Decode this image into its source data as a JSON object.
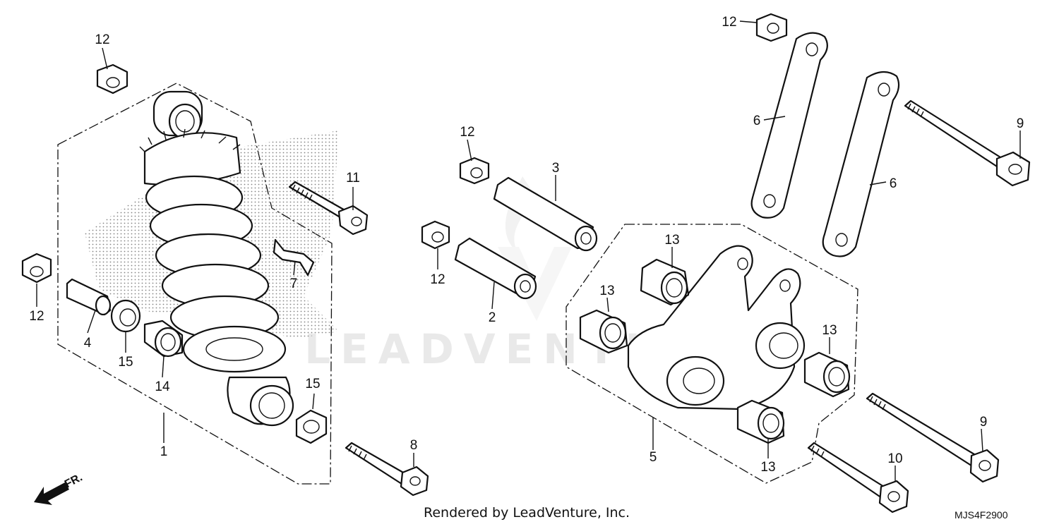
{
  "watermark": "LEADVENTURE",
  "footer": {
    "rendered_by": "Rendered by LeadVenture, Inc.",
    "diagram_code": "MJS4F2900"
  },
  "direction": {
    "label": "FR."
  },
  "callouts": {
    "c1": "1",
    "c2": "2",
    "c3": "3",
    "c4": "4",
    "c5": "5",
    "c6a": "6",
    "c6b": "6",
    "c7": "7",
    "c8": "8",
    "c9a": "9",
    "c9b": "9",
    "c10": "10",
    "c11": "11",
    "c12a": "12",
    "c12b": "12",
    "c12c": "12",
    "c12d": "12",
    "c12e": "12",
    "c13a": "13",
    "c13b": "13",
    "c13c": "13",
    "c13d": "13",
    "c14": "14",
    "c15a": "15",
    "c15b": "15"
  }
}
